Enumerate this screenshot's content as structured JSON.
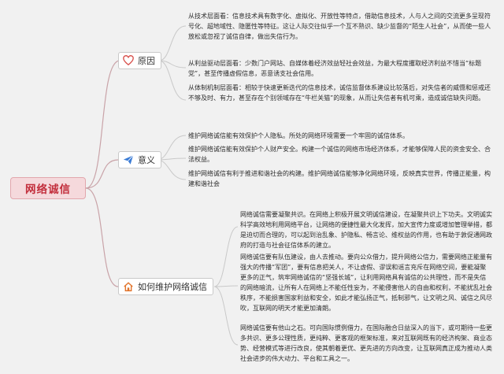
{
  "root": {
    "label": "网络诚信"
  },
  "branches": [
    {
      "label": "原因",
      "icon": "heart-icon",
      "paragraphs": [
        "从技术层面看：信息技术具有数字化、虚拟化、开放性等特点，借助信息技术，人与人之间的交流更多呈现符号化、超地域性、隐匿性等特征。这让人际交往似乎一个互不熟识、缺少监督的“陌生人社会”，从而使一些人放松或忽视了诚信自律，做出失信行为。",
        "从利益驱动层面看：少数门户网站、自媒体着经济效益轻社会效益，为最大程度攫取经济利益不惜当“标题党”，甚至传播虚假信息，恶意诱支社会信用。",
        "从体制机制层面看：相较于快速更新迭代的信息技术，诚信监督体系建设比较落后，对失信者的威慑和惩戒还不够及时、有力，甚至存在个别领域存在“牛栏关猫”的现象，从而让失信者有机可乘，造成诚信缺失问题。"
      ]
    },
    {
      "label": "意义",
      "icon": "paper-plane-icon",
      "paragraphs": [
        "维护网络诚信能有效保护个人隐私。所处的网络环境需要一个牢固的诚信体系。",
        "维护网络诚信能有效保护个人财产安全。构建一个诚信的网络市场经济体系，才能够保障人民的资金安全、合法权益。",
        "维护网络诚信有利于推进和谐社会的构建。维护网络诚信能够净化网络环境，反映真实世界，传播正能量，构建和谐社会"
      ]
    },
    {
      "label": "如何维护网络诚信",
      "icon": "house-icon",
      "paragraphs": [
        "网络诚信需要凝聚共识。在网络上积极开展文明诚信建设，在凝聚共识上下功夫。文明诚实科学高效地利用网络平台，让网络的便捷性最大化发挥，加大宣传力度或增加管理举措，都是迫切而合理的，可以起到治乱象、护隐私、畅言论、维权益的作用，也有助于敦促通网政府的打造与社会征信体系的建立。",
        "网络诚信要有队伍建设，由人去推动。要向公众借力，提升网络公信力，需要网络正能量有强大的传播“军团”，要有信息把关人，不让虚假、谬误和谣言充斥在网络空间，要能凝聚更多的正气，筑牢网络诚信的“坚强长城”，让利用网络具有诚信的公共理性，而不是失信的网络暗流，让所有人在网络上不能任性妄为，不能侵害他人的自由和权利，不能扰乱社会秩序，不能损害国家利益和安全，如此才能弘扬正气，抵制邪气，让文明之风、诚信之风尽吹，互联网的明天才能更加清朗。",
        "网络诚信要有他山之石。可向国际惯例借力，在国际融合日益深入的当下，或可期待一些更多共识、更多公理性质，更纯粹、更客观的框架标准，来对互联网既有的经济构架、商业态势、经营模式等进行改良，使其朝着更优、更先进的方向改变，让互联网真正成为推动人类社会进步的伟大动力、平台和工具之一。"
      ]
    }
  ],
  "colors": {
    "root_fill": "#f5d9dc",
    "root_text": "#c22d3b",
    "connector": "#c9a3a8",
    "heart": "#d9534f",
    "plane": "#3a7bd5",
    "house": "#e2742c"
  }
}
